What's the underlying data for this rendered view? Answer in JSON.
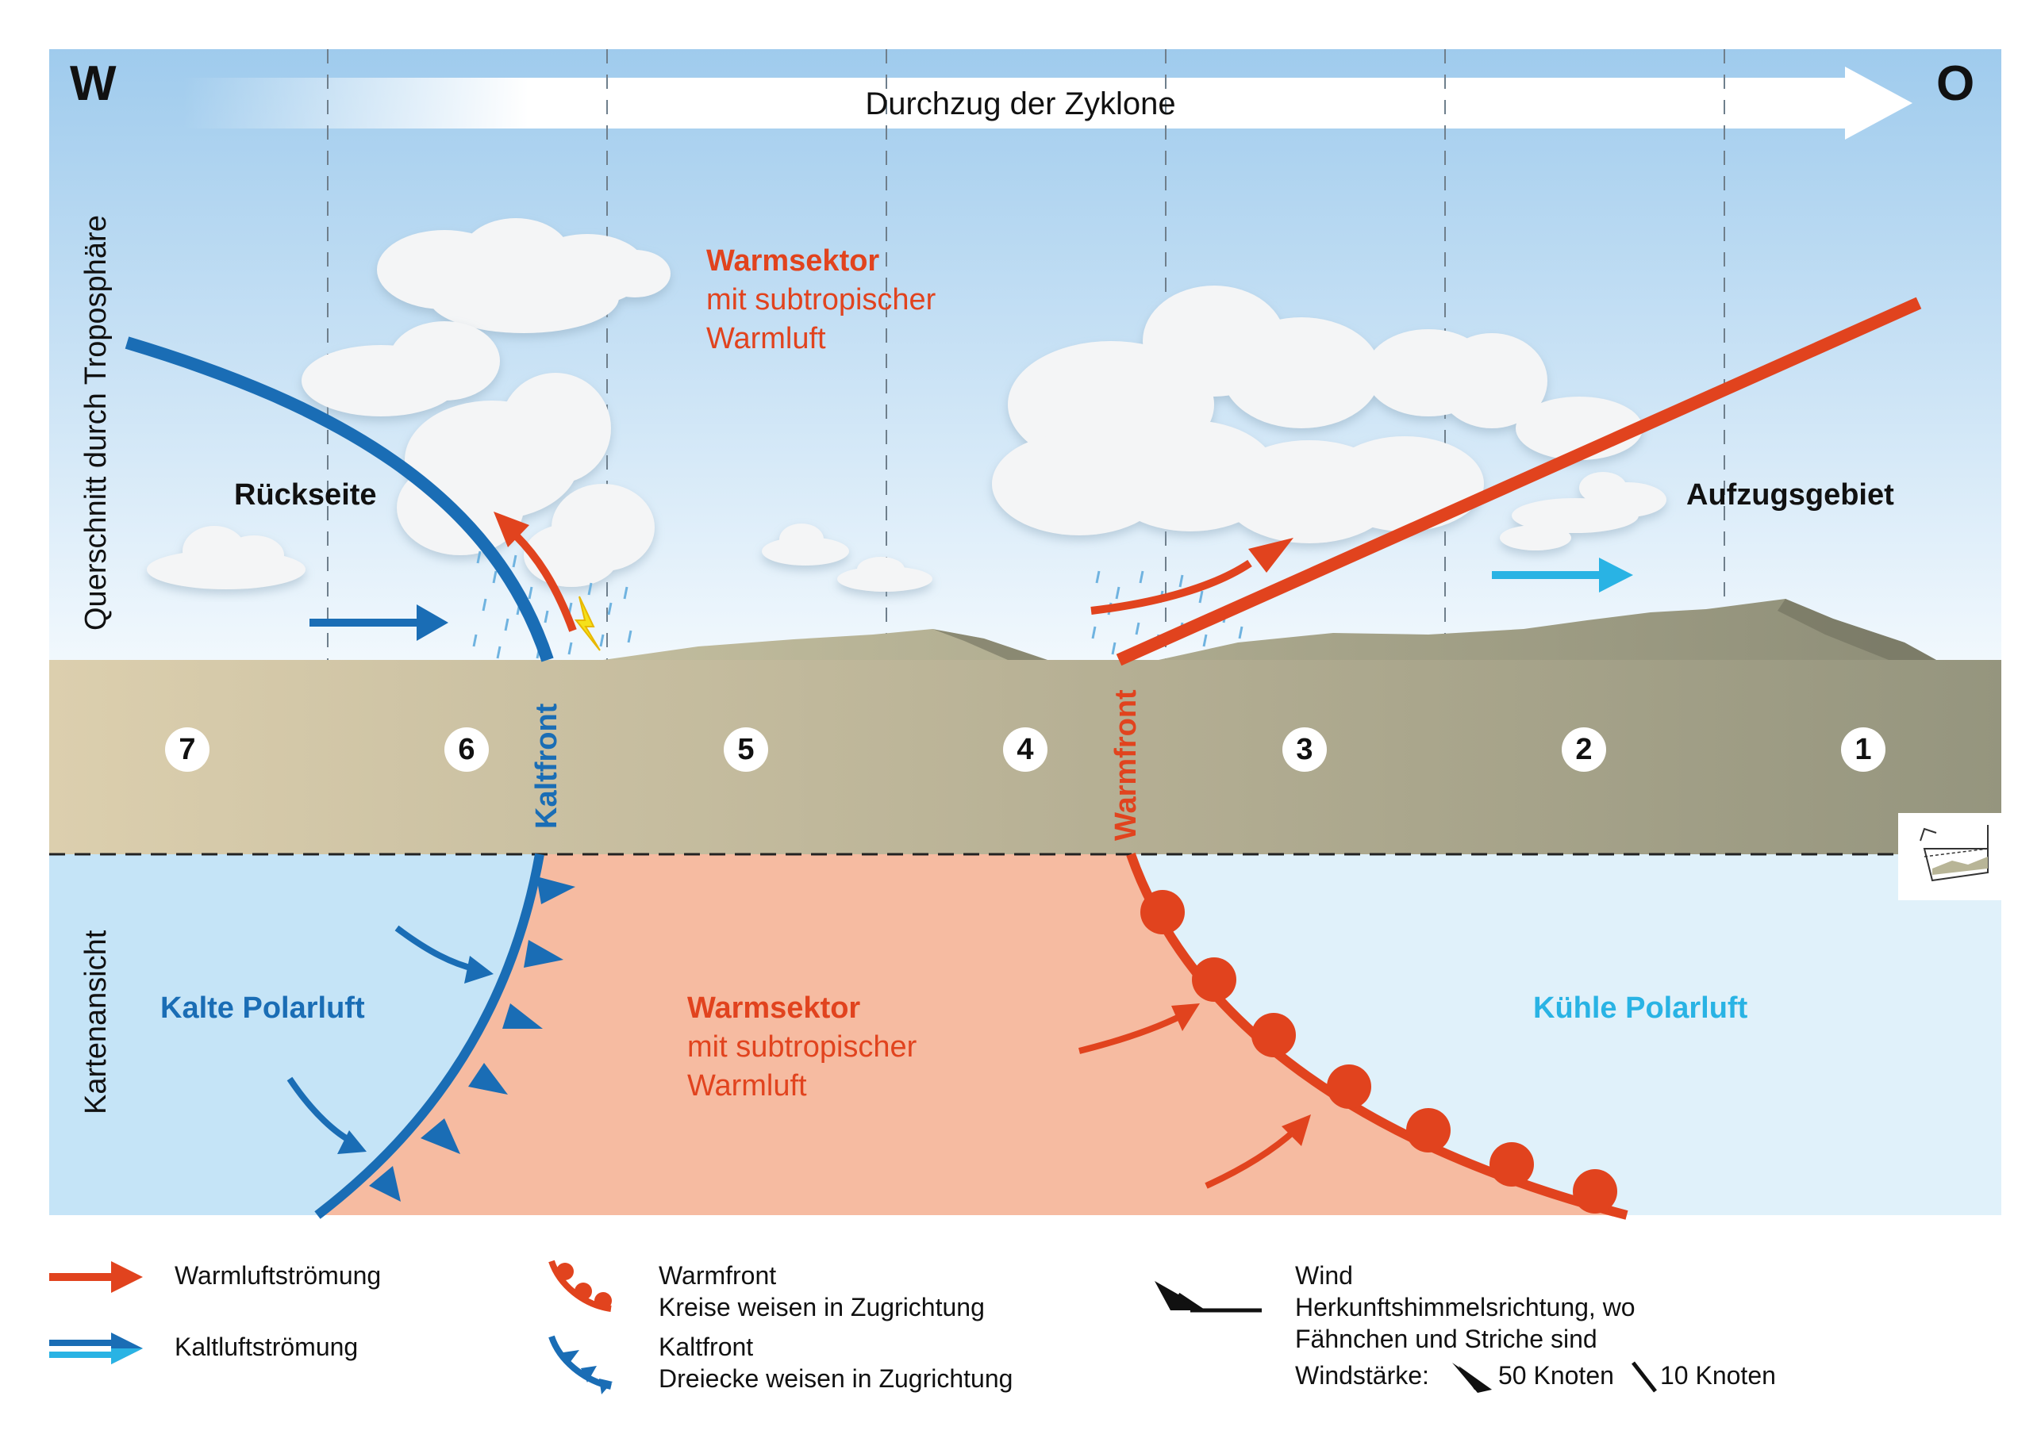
{
  "header": {
    "west": "W",
    "east": "O",
    "arrow_label": "Durchzug der Zyklone"
  },
  "side_labels": {
    "top": "Querschnitt durch Troposphäre",
    "bottom": "Kartenansicht"
  },
  "cross_section": {
    "warmsektor_title": "Warmsektor",
    "warmsektor_line1": "mit subtropischer",
    "warmsektor_line2": "Warmluft",
    "rueckseite": "Rückseite",
    "aufzugsgebiet": "Aufzugsgebiet"
  },
  "zones": [
    "7",
    "6",
    "5",
    "4",
    "3",
    "2",
    "1"
  ],
  "fronts": {
    "cold": "Kaltfront",
    "warm": "Warmfront"
  },
  "map": {
    "cold_air": "Kalte Polarluft",
    "cool_air": "Kühle Polarluft",
    "warmsektor_title": "Warmsektor",
    "warmsektor_line1": "mit subtropischer",
    "warmsektor_line2": "Warmluft"
  },
  "legend": {
    "warm_flow": "Warmluftströmung",
    "cold_flow": "Kaltluftströmung",
    "warmfront_title": "Warmfront",
    "warmfront_desc": "Kreise weisen in Zugrichtung",
    "kaltfront_title": "Kaltfront",
    "kaltfront_desc": "Dreiecke weisen in Zugrichtung",
    "wind_title": "Wind",
    "wind_desc1": "Herkunftshimmelsrichtung, wo",
    "wind_desc2": "Fähnchen und Striche sind",
    "wind_strength": "Windstärke:",
    "wind_50": "50 Knoten",
    "wind_10": "10 Knoten"
  },
  "colors": {
    "warm": "#e1431e",
    "cold": "#1a6db5",
    "cool": "#29b3e4",
    "sky_top": "#9fcbed",
    "ground_west": "#dccfae",
    "ground_east": "#95957e",
    "map_cold": "#c5e4f7",
    "map_warm": "#f6bba1",
    "map_cool": "#e0f1fa"
  }
}
